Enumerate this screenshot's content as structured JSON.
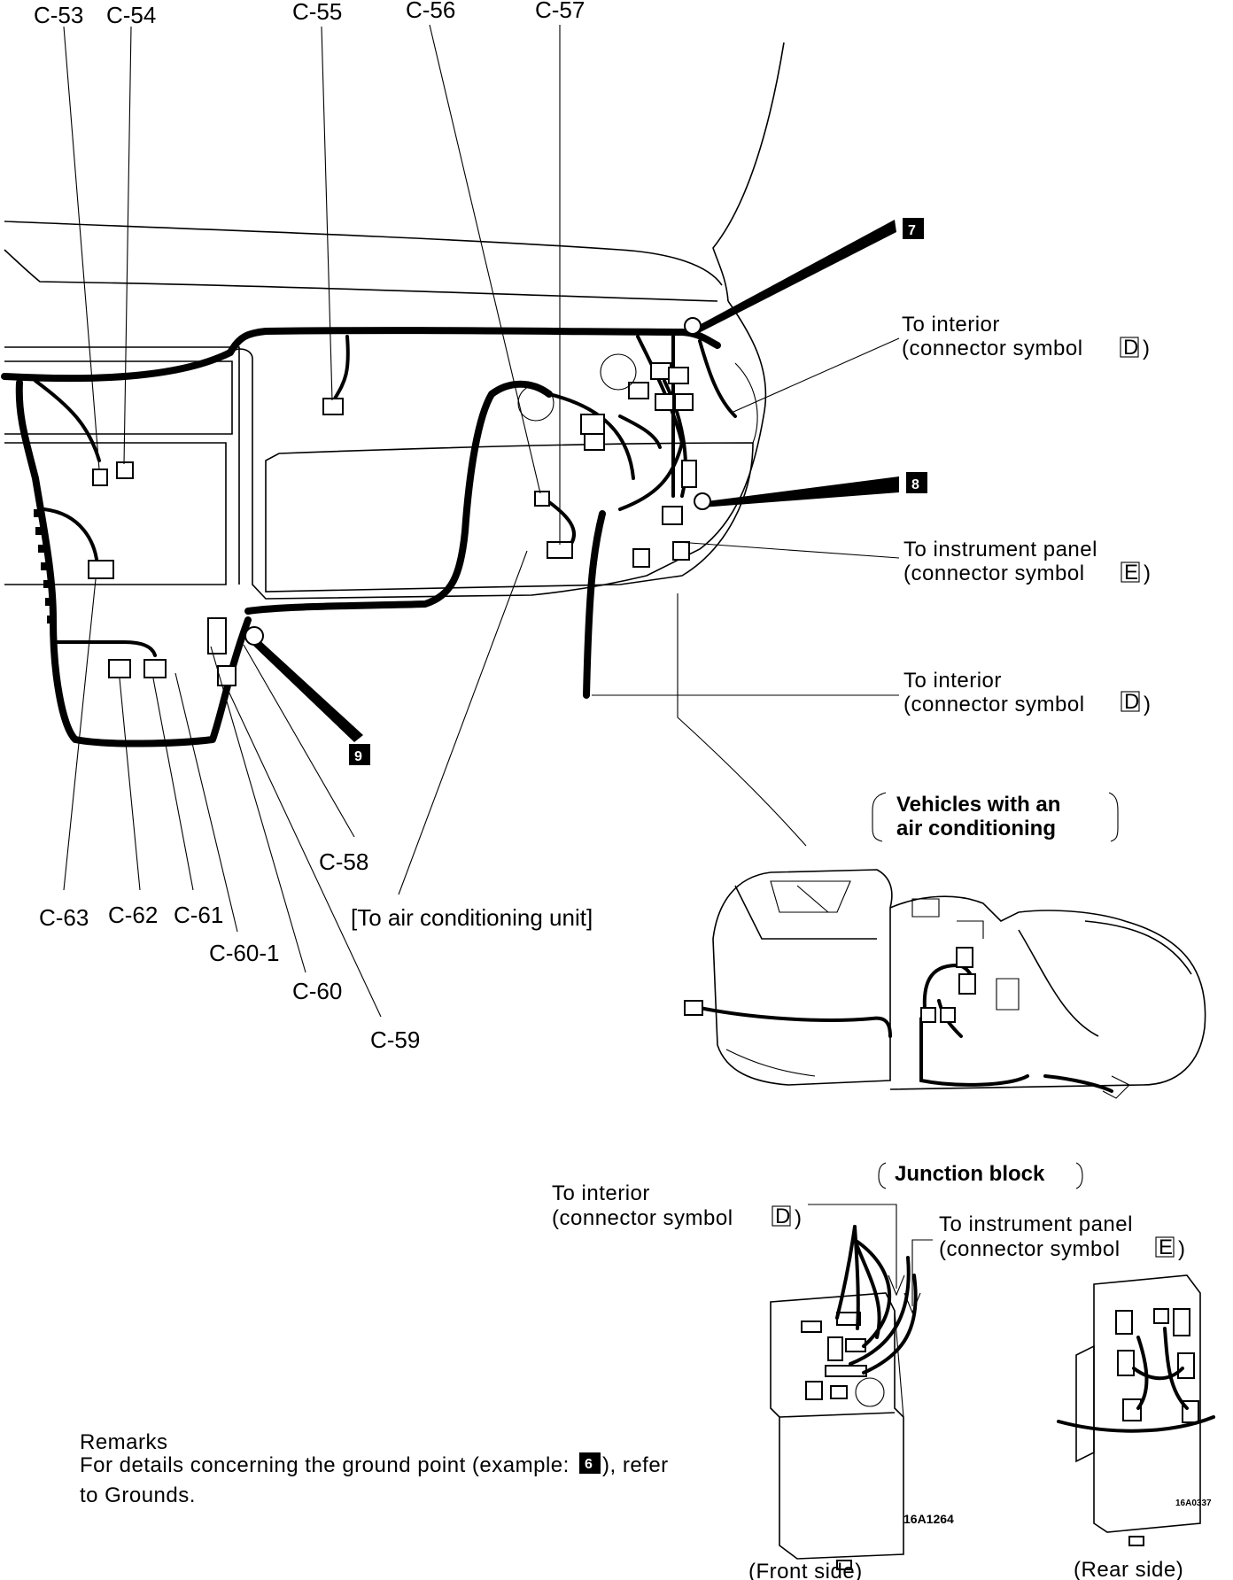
{
  "connectors": {
    "c53": "C-53",
    "c54": "C-54",
    "c55": "C-55",
    "c56": "C-56",
    "c57": "C-57",
    "c58": "C-58",
    "c59": "C-59",
    "c60": "C-60",
    "c60_1": "C-60-1",
    "c61": "C-61",
    "c62": "C-62",
    "c63": "C-63"
  },
  "grounds": {
    "g7": "7",
    "g8": "8",
    "g9": "9",
    "g6": "6"
  },
  "callouts": {
    "to_interior_1_l1": "To interior",
    "to_interior_1_l2": "(connector symbol",
    "to_instrument_panel_1_l1": "To instrument panel",
    "to_instrument_panel_1_l2": "(connector symbol",
    "to_interior_2_l1": "To interior",
    "to_interior_2_l2": "(connector symbol",
    "to_ac_unit": "[To air conditioning unit]",
    "symbol_d": "D",
    "symbol_e": "E"
  },
  "ac_section": {
    "title_l1": "Vehicles with an",
    "title_l2": "air conditioning"
  },
  "junction": {
    "title": "Junction block",
    "to_interior_l1": "To interior",
    "to_interior_l2": "(connector symbol",
    "to_instrument_l1": "To instrument panel",
    "to_instrument_l2": "(connector symbol",
    "front_side": "(Front side)",
    "rear_side": "(Rear side)",
    "code_front": "16A1264",
    "code_rear": "16A0337"
  },
  "remarks": {
    "title": "Remarks",
    "line1_pre": "For details concerning the ground point (example:",
    "line1_post": "), refer",
    "line2": "to Grounds."
  }
}
